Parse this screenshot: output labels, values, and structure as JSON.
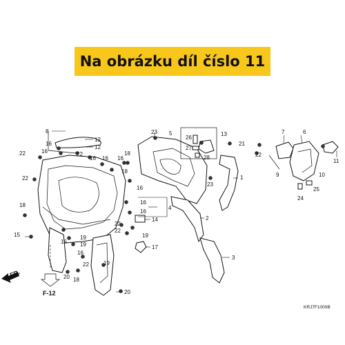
{
  "banner": {
    "text": "Na obrázku díl číslo 11"
  },
  "diagram_code": "KRJ7F1000B",
  "direction_label": "FR.",
  "reference_label": "F-12",
  "callouts": {
    "c1": "1",
    "c2": "2",
    "c3": "3",
    "c4": "4",
    "c5": "5",
    "c6": "6",
    "c7": "7",
    "c8": "8",
    "c9": "9",
    "c10": "10",
    "c11": "11",
    "c12a": "12",
    "c12b": "12",
    "c13": "13",
    "c14": "14",
    "c15": "15",
    "c16a": "16",
    "c16b": "16",
    "c16c": "16",
    "c16d": "16",
    "c16e": "16",
    "c16f": "16",
    "c16g": "16",
    "c16h": "16",
    "c16i": "16",
    "c16j": "16",
    "c17": "17",
    "c18a": "18",
    "c18b": "18",
    "c18c": "18",
    "c18d": "18",
    "c19a": "19",
    "c19b": "19",
    "c19c": "19",
    "c19d": "19",
    "c20a": "20",
    "c20b": "20",
    "c21": "21",
    "c22a": "22",
    "c22b": "22",
    "c22c": "22",
    "c22d": "22",
    "c22e": "22",
    "c22f": "22",
    "c22g": "22",
    "c23a": "23",
    "c23b": "23",
    "c24": "24",
    "c25": "25",
    "c26": "26",
    "c27": "27",
    "c28": "28"
  }
}
